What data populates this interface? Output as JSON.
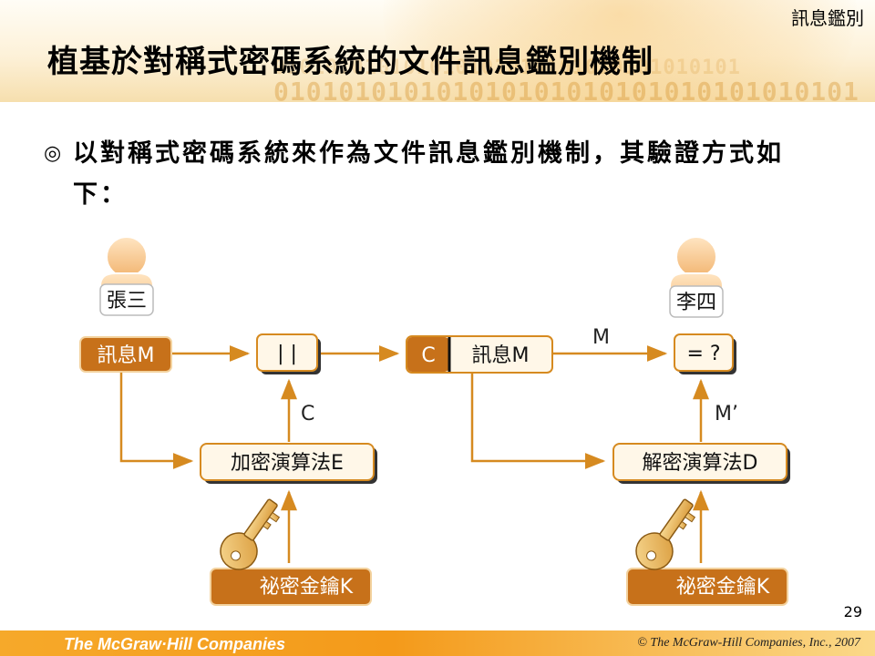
{
  "slide": {
    "topic": "訊息鑑別",
    "title": "植基於對稱式密碼系統的文件訊息鑑別機制",
    "bullet_mark": "◎",
    "bullet_text": "以對稱式密碼系統來作為文件訊息鑑別機制，其驗證方式如下：",
    "page_number": "29",
    "binary_band": "010101010101010101010101010101010101"
  },
  "footer": {
    "brand": "The McGraw·Hill Companies",
    "copyright": "© The McGraw-Hill Companies, Inc., 2007"
  },
  "diagram": {
    "sender": {
      "label": "張三"
    },
    "receiver": {
      "label": "李四"
    },
    "boxes": {
      "message": "訊息M",
      "concat": "| |",
      "combined_c": "C",
      "combined_msg": "訊息M",
      "compare": "= ?",
      "encrypt": "加密演算法E",
      "decrypt": "解密演算法D",
      "key_left": "祕密金鑰K",
      "key_right": "祕密金鑰K"
    },
    "labels": {
      "c": "C",
      "m": "M",
      "m_prime": "M’"
    },
    "icons": {
      "person": "person-icon",
      "key": "key-icon"
    },
    "colors": {
      "accent": "#D68A20",
      "box_fill": "#C7711A",
      "box_light": "#FFF7E8",
      "key_fill": "#E7B658"
    }
  }
}
